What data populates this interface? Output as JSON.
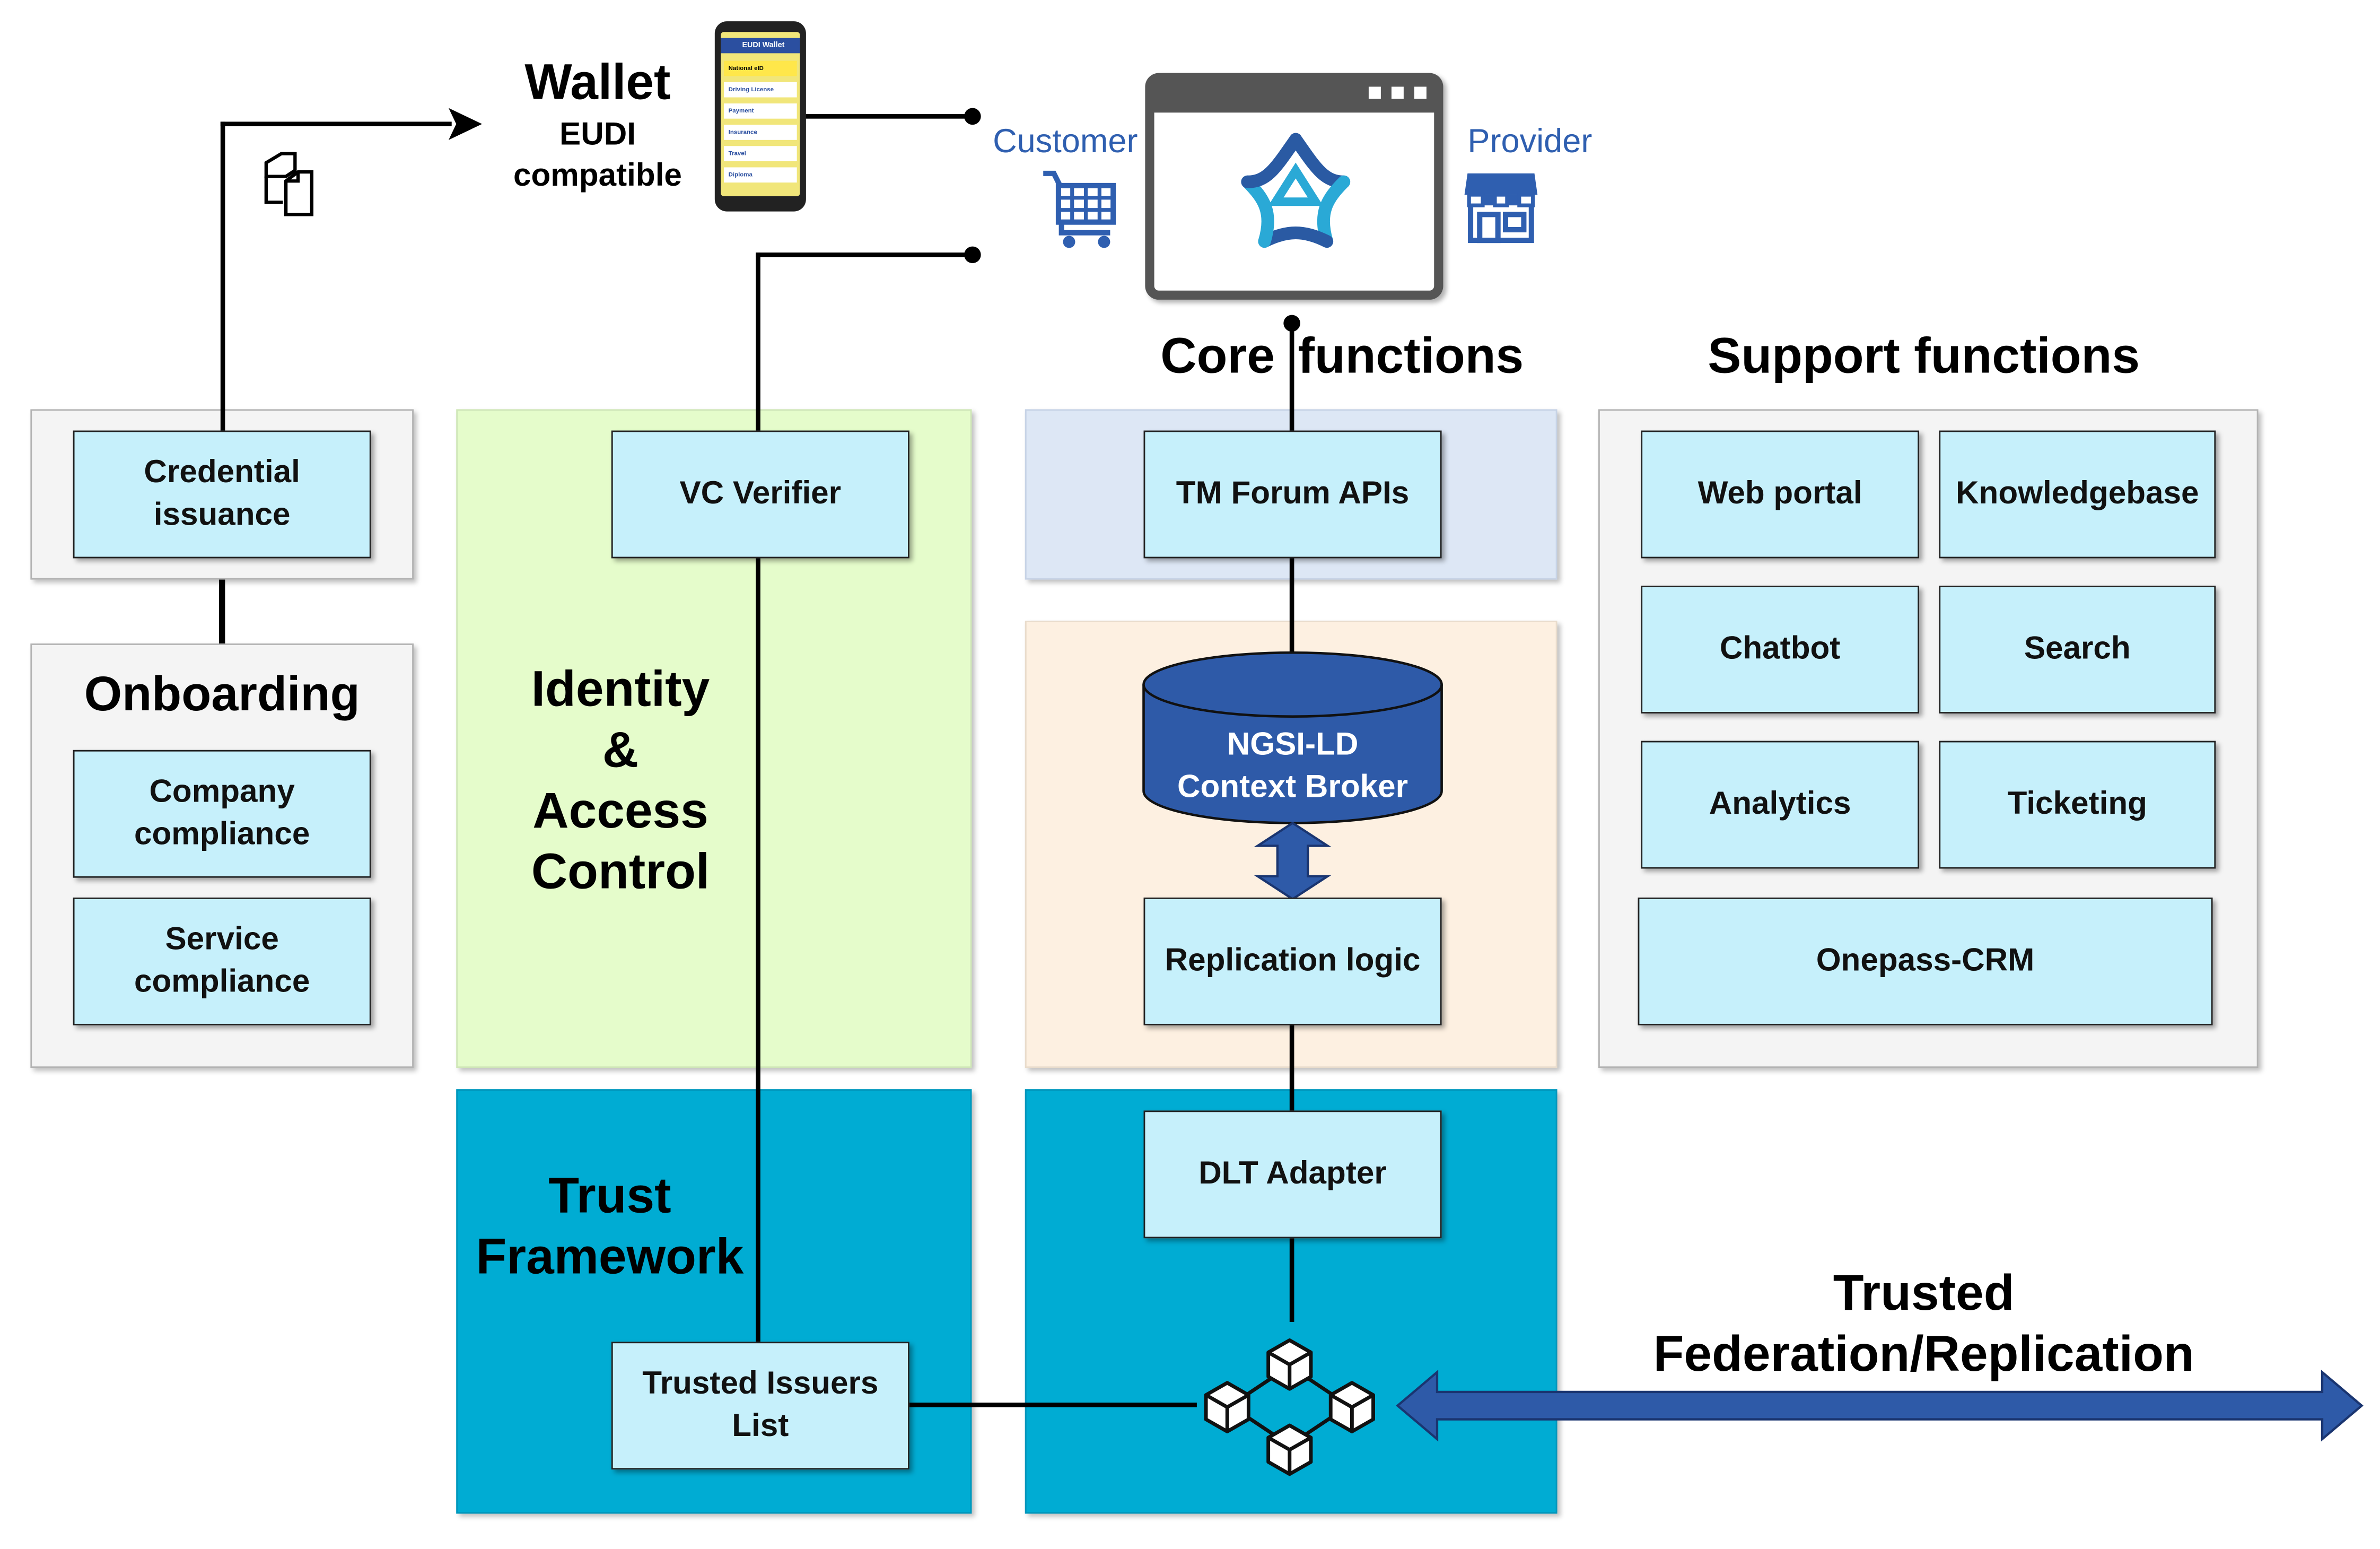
{
  "wallet": {
    "title": "Wallet",
    "subtitle": "EUDI\ncompatible",
    "phone_header": "EUDI Wallet",
    "phone_items": [
      "National eID",
      "Driving License",
      "Payment",
      "Insurance",
      "Travel",
      "Diploma"
    ]
  },
  "marketplace": {
    "customer_label": "Customer",
    "provider_label": "Provider"
  },
  "sections": {
    "core_title": "Core functions",
    "support_title": "Support functions",
    "identity_title": "Identity\n&\nAccess\nControl",
    "trust_title": "Trust\nFramework",
    "onboarding_title": "Onboarding",
    "federation_title": "Trusted\nFederation/Replication"
  },
  "boxes": {
    "credential_issuance": "Credential\nissuance",
    "company_compliance": "Company\ncompliance",
    "service_compliance": "Service\ncompliance",
    "vc_verifier": "VC Verifier",
    "trusted_issuers_list": "Trusted Issuers\nList",
    "tm_forum_apis": "TM Forum APIs",
    "context_broker": "NGSI-LD\nContext Broker",
    "replication_logic": "Replication logic",
    "dlt_adapter": "DLT Adapter",
    "web_portal": "Web portal",
    "knowledgebase": "Knowledgebase",
    "chatbot": "Chatbot",
    "search": "Search",
    "analytics": "Analytics",
    "ticketing": "Ticketing",
    "onepass_crm": "Onepass-CRM"
  },
  "colors": {
    "box_fill": "#c6f0fb",
    "identity_panel": "#e5fccb",
    "trust_panel": "#00acd3",
    "core_api_panel": "#dde7f5",
    "core_broker_panel": "#fdf0e1",
    "grey_panel": "#f4f4f4",
    "db_blue": "#2e5aa8",
    "arrow_blue": "#2e5aa8",
    "market_blue": "#2f5fb0"
  },
  "icons": [
    "documents-icon",
    "smartphone-icon",
    "browser-window-icon",
    "fiware-logo-icon",
    "shopping-cart-icon",
    "storefront-icon",
    "blockchain-icon",
    "database-icon"
  ]
}
